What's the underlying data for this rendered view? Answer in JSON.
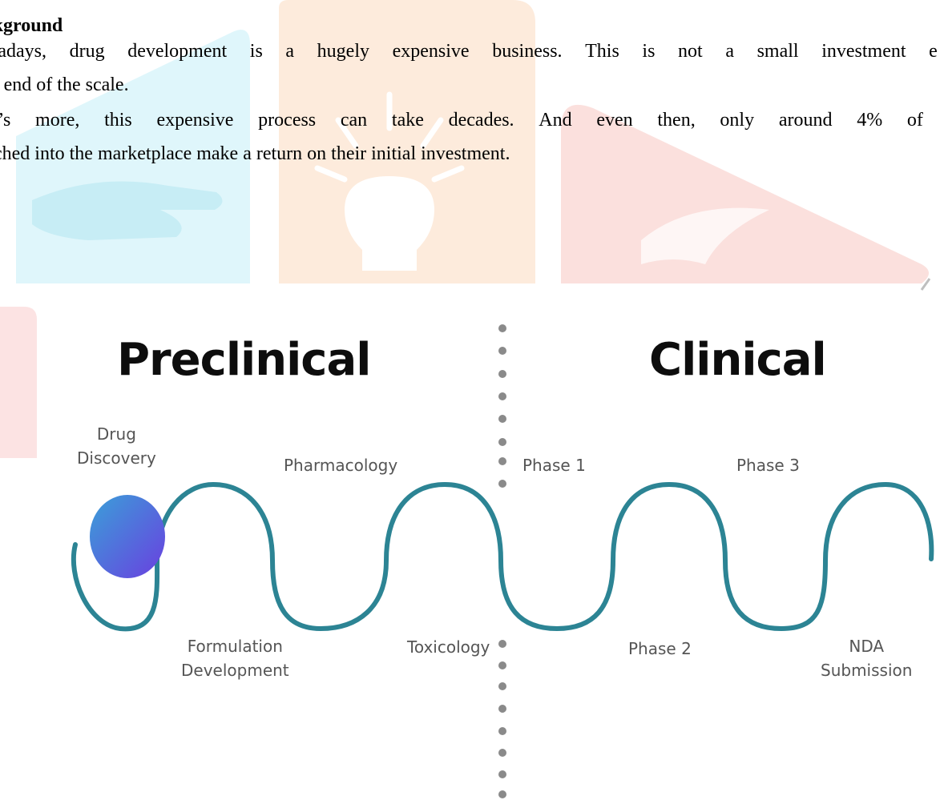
{
  "article": {
    "heading": "ckground",
    "paragraph1": {
      "line1_words": [
        "wadays,",
        "drug",
        "development",
        "is",
        "a",
        "hugely",
        "expensive",
        "business.",
        "This",
        "is",
        "not",
        "a",
        "small",
        "investment",
        "e"
      ],
      "line2": "er end of the scale."
    },
    "paragraph2": {
      "line1_words": [
        "at’s",
        "more,",
        "this",
        "expensive",
        "process",
        "can",
        "take",
        "decades.",
        "And",
        "even",
        "then,",
        "only",
        "around",
        "4%",
        "of"
      ],
      "line2": "nched into the marketplace make a return on their initial investment."
    }
  },
  "diagram": {
    "preclinical_title": "Preclinical",
    "clinical_title": "Clinical",
    "stages": {
      "drug_discovery": [
        "Drug",
        "Discovery"
      ],
      "pharmacology": "Pharmacology",
      "phase1": "Phase 1",
      "phase3": "Phase 3",
      "formulation_development": [
        "Formulation",
        "Development"
      ],
      "toxicology": "Toxicology",
      "phase2": "Phase 2",
      "nda_submission": [
        "NDA",
        "Submission"
      ]
    },
    "colors": {
      "wave": "#2c8494",
      "dots": "#8a8a8a",
      "circle_start": "#3aa0d8",
      "circle_end": "#6a3fe0"
    }
  },
  "watermark": {
    "colors": {
      "cyan": "#dff6fb",
      "orange": "#fdebdc",
      "red": "#fbe0dd",
      "pink": "#fce3e3"
    }
  }
}
